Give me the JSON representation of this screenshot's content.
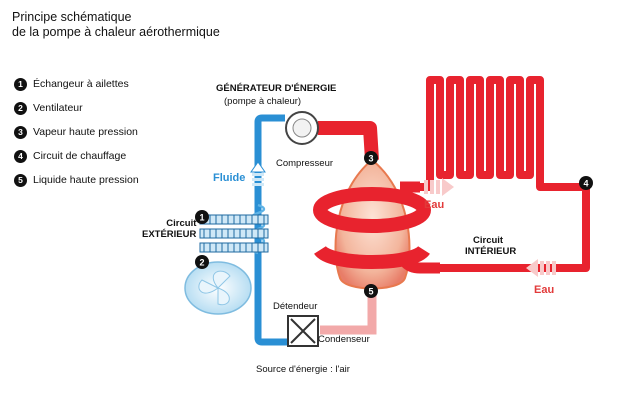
{
  "title": {
    "line1": "Principe schématique",
    "line2": "de la pompe à chaleur aérothermique"
  },
  "legend": [
    {
      "num": "1",
      "label": "Échangeur à ailettes"
    },
    {
      "num": "2",
      "label": "Ventilateur"
    },
    {
      "num": "3",
      "label": "Vapeur haute pression"
    },
    {
      "num": "4",
      "label": "Circuit de chauffage"
    },
    {
      "num": "5",
      "label": "Liquide haute pression"
    }
  ],
  "labels": {
    "generator_line1": "GÉNÉRATEUR D'ÉNERGIE",
    "generator_line2": "(pompe à chaleur)",
    "compresseur": "Compresseur",
    "fluide": "Fluide",
    "circuit_ext_line1": "Circuit",
    "circuit_ext_line2": "EXTÉRIEUR",
    "detendeur": "Détendeur",
    "condenseur": "Condenseur",
    "eau_top": "Eau",
    "eau_bottom": "Eau",
    "circuit_int_line1": "Circuit",
    "circuit_int_line2": "INTÉRIEUR",
    "source": "Source d'énergie : l'air"
  },
  "markers": {
    "m1": "1",
    "m2": "2",
    "m3": "3",
    "m4": "4",
    "m5": "5"
  },
  "colors": {
    "red": "#e8232e",
    "blue": "#2a8fd4",
    "pale_red": "#f2a9a9",
    "eau_label": "#e23a3a",
    "fluide_label": "#2a8fd4"
  }
}
